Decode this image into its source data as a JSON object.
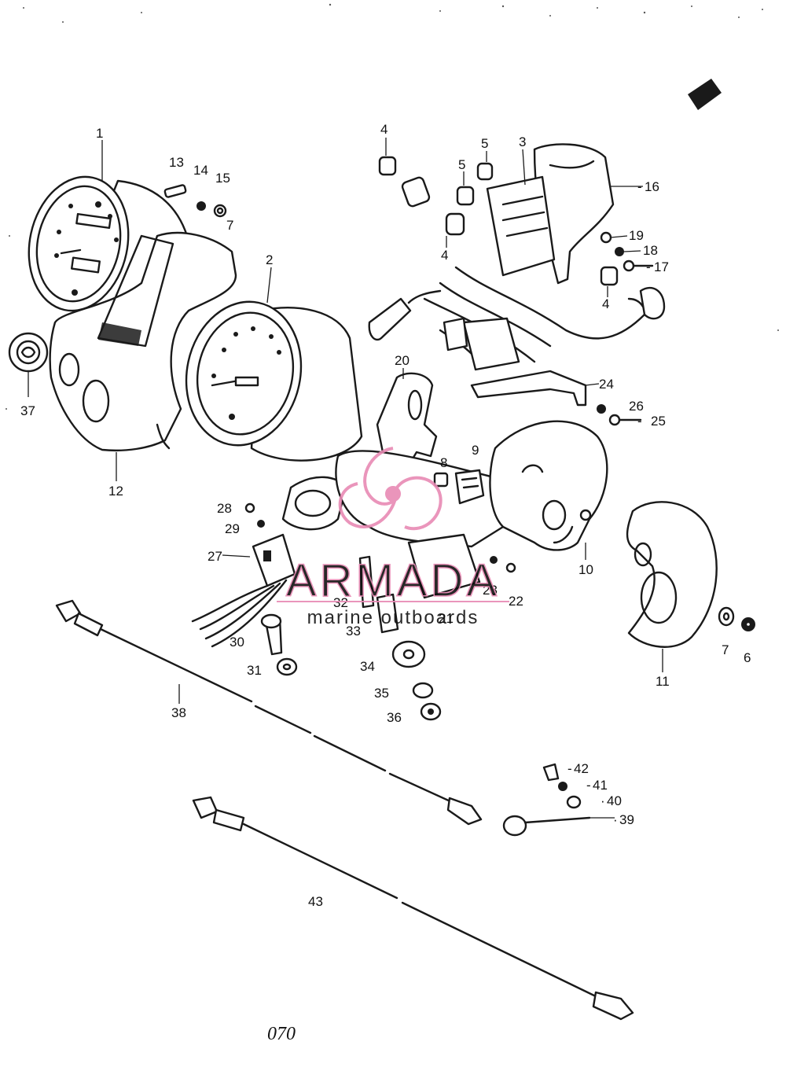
{
  "diagram": {
    "page_code": "070",
    "callouts": [
      {
        "id": "c1",
        "label": "1"
      },
      {
        "id": "c2",
        "label": "2"
      },
      {
        "id": "c3",
        "label": "3"
      },
      {
        "id": "c4a",
        "label": "4"
      },
      {
        "id": "c4b",
        "label": "4"
      },
      {
        "id": "c4c",
        "label": "4"
      },
      {
        "id": "c5a",
        "label": "5"
      },
      {
        "id": "c5b",
        "label": "5"
      },
      {
        "id": "c6",
        "label": "6"
      },
      {
        "id": "c7a",
        "label": "7"
      },
      {
        "id": "c7b",
        "label": "7"
      },
      {
        "id": "c8",
        "label": "8"
      },
      {
        "id": "c9",
        "label": "9"
      },
      {
        "id": "c10",
        "label": "10"
      },
      {
        "id": "c11",
        "label": "11"
      },
      {
        "id": "c12",
        "label": "12"
      },
      {
        "id": "c13",
        "label": "13"
      },
      {
        "id": "c14",
        "label": "14"
      },
      {
        "id": "c15",
        "label": "15"
      },
      {
        "id": "c16",
        "label": "16"
      },
      {
        "id": "c17",
        "label": "17"
      },
      {
        "id": "c18",
        "label": "18"
      },
      {
        "id": "c19",
        "label": "19"
      },
      {
        "id": "c20",
        "label": "20"
      },
      {
        "id": "c21",
        "label": "21"
      },
      {
        "id": "c22",
        "label": "22"
      },
      {
        "id": "c23",
        "label": "23"
      },
      {
        "id": "c24",
        "label": "24"
      },
      {
        "id": "c25",
        "label": "25"
      },
      {
        "id": "c26",
        "label": "26"
      },
      {
        "id": "c27",
        "label": "27"
      },
      {
        "id": "c28",
        "label": "28"
      },
      {
        "id": "c29",
        "label": "29"
      },
      {
        "id": "c30",
        "label": "30"
      },
      {
        "id": "c31",
        "label": "31"
      },
      {
        "id": "c32",
        "label": "32"
      },
      {
        "id": "c33",
        "label": "33"
      },
      {
        "id": "c34",
        "label": "34"
      },
      {
        "id": "c35",
        "label": "35"
      },
      {
        "id": "c36",
        "label": "36"
      },
      {
        "id": "c37",
        "label": "37"
      },
      {
        "id": "c38",
        "label": "38"
      },
      {
        "id": "c39",
        "label": "39"
      },
      {
        "id": "c40",
        "label": "40"
      },
      {
        "id": "c41",
        "label": "41"
      },
      {
        "id": "c42",
        "label": "42"
      },
      {
        "id": "c43",
        "label": "43"
      }
    ]
  },
  "watermark": {
    "brand": "ARMADA",
    "tagline": "marine outboards",
    "color": "#e88ab4"
  },
  "colors": {
    "ink": "#1a1a1a",
    "paper": "#ffffff"
  }
}
